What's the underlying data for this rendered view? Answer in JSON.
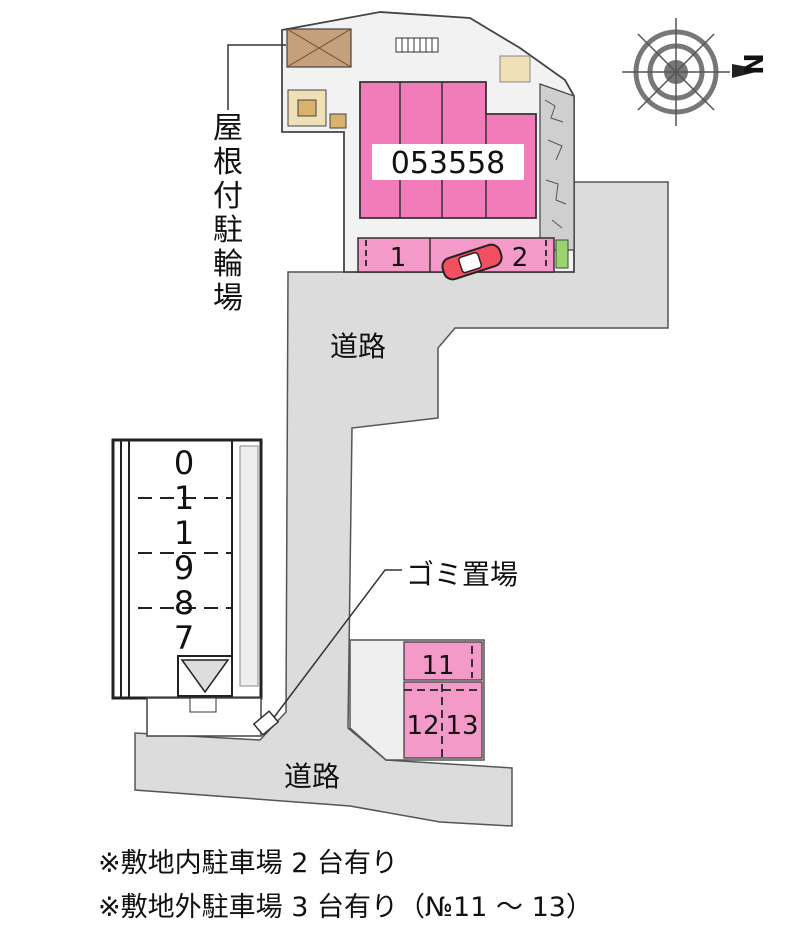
{
  "map": {
    "building_id": "053558",
    "bike_parking_label": "屋根付駐輪場",
    "road_label_top": "道路",
    "road_label_bottom": "道路",
    "garbage_label": "ゴミ置場",
    "compass_letter": "N",
    "parking_onsite": [
      "1",
      "2"
    ],
    "parking_offsite": [
      "11",
      "12",
      "13"
    ],
    "neighbor_building_id": "011987"
  },
  "notes": {
    "line1": "※敷地内駐車場 2 台有り",
    "line2": "※敷地外駐車場 3 台有り（№11 ～ 13）"
  },
  "colors": {
    "building_pink": "#f27bb9",
    "parking_pink": "#f49ac8",
    "road_gray": "#dcdcdc",
    "lot_gray": "#efefef"
  }
}
